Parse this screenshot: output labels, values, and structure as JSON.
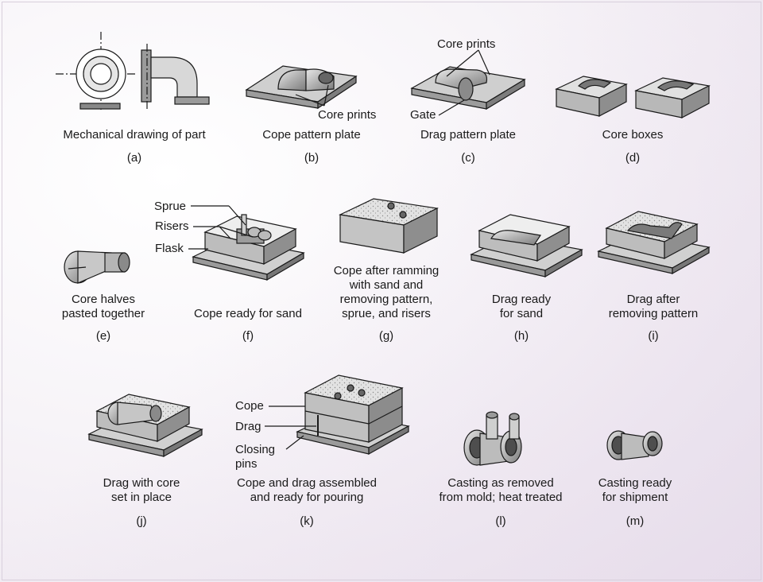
{
  "panels": {
    "a": {
      "caption": "Mechanical drawing of part",
      "tag": "(a)"
    },
    "b": {
      "caption": "Cope pattern plate",
      "tag": "(b)"
    },
    "c": {
      "caption": "Drag pattern plate",
      "tag": "(c)"
    },
    "d": {
      "caption": "Core boxes",
      "tag": "(d)"
    },
    "e": {
      "caption": "Core halves\npasted together",
      "tag": "(e)"
    },
    "f": {
      "caption": "Cope ready for sand",
      "tag": "(f)"
    },
    "g": {
      "caption": "Cope after ramming\nwith sand and\nremoving pattern,\nsprue, and risers",
      "tag": "(g)"
    },
    "h": {
      "caption": "Drag ready\nfor sand",
      "tag": "(h)"
    },
    "i": {
      "caption": "Drag after\nremoving pattern",
      "tag": "(i)"
    },
    "j": {
      "caption": "Drag with core\nset in place",
      "tag": "(j)"
    },
    "k": {
      "caption": "Cope and drag assembled\nand ready for pouring",
      "tag": "(k)"
    },
    "l": {
      "caption": "Casting as removed\nfrom mold; heat treated",
      "tag": "(l)"
    },
    "m": {
      "caption": "Casting ready\nfor shipment",
      "tag": "(m)"
    }
  },
  "labels": {
    "core_prints_b": "Core prints",
    "core_prints_c": "Core prints",
    "gate": "Gate",
    "sprue": "Sprue",
    "risers": "Risers",
    "flask": "Flask",
    "cope": "Cope",
    "drag": "Drag",
    "closing_pins": "Closing\npins"
  },
  "colors": {
    "metal": "#b8b8b8",
    "metal_dark": "#7a7a7a",
    "plate": "#c9c9c9",
    "sand": "#dcdcdc",
    "ink": "#1a1a1a"
  }
}
